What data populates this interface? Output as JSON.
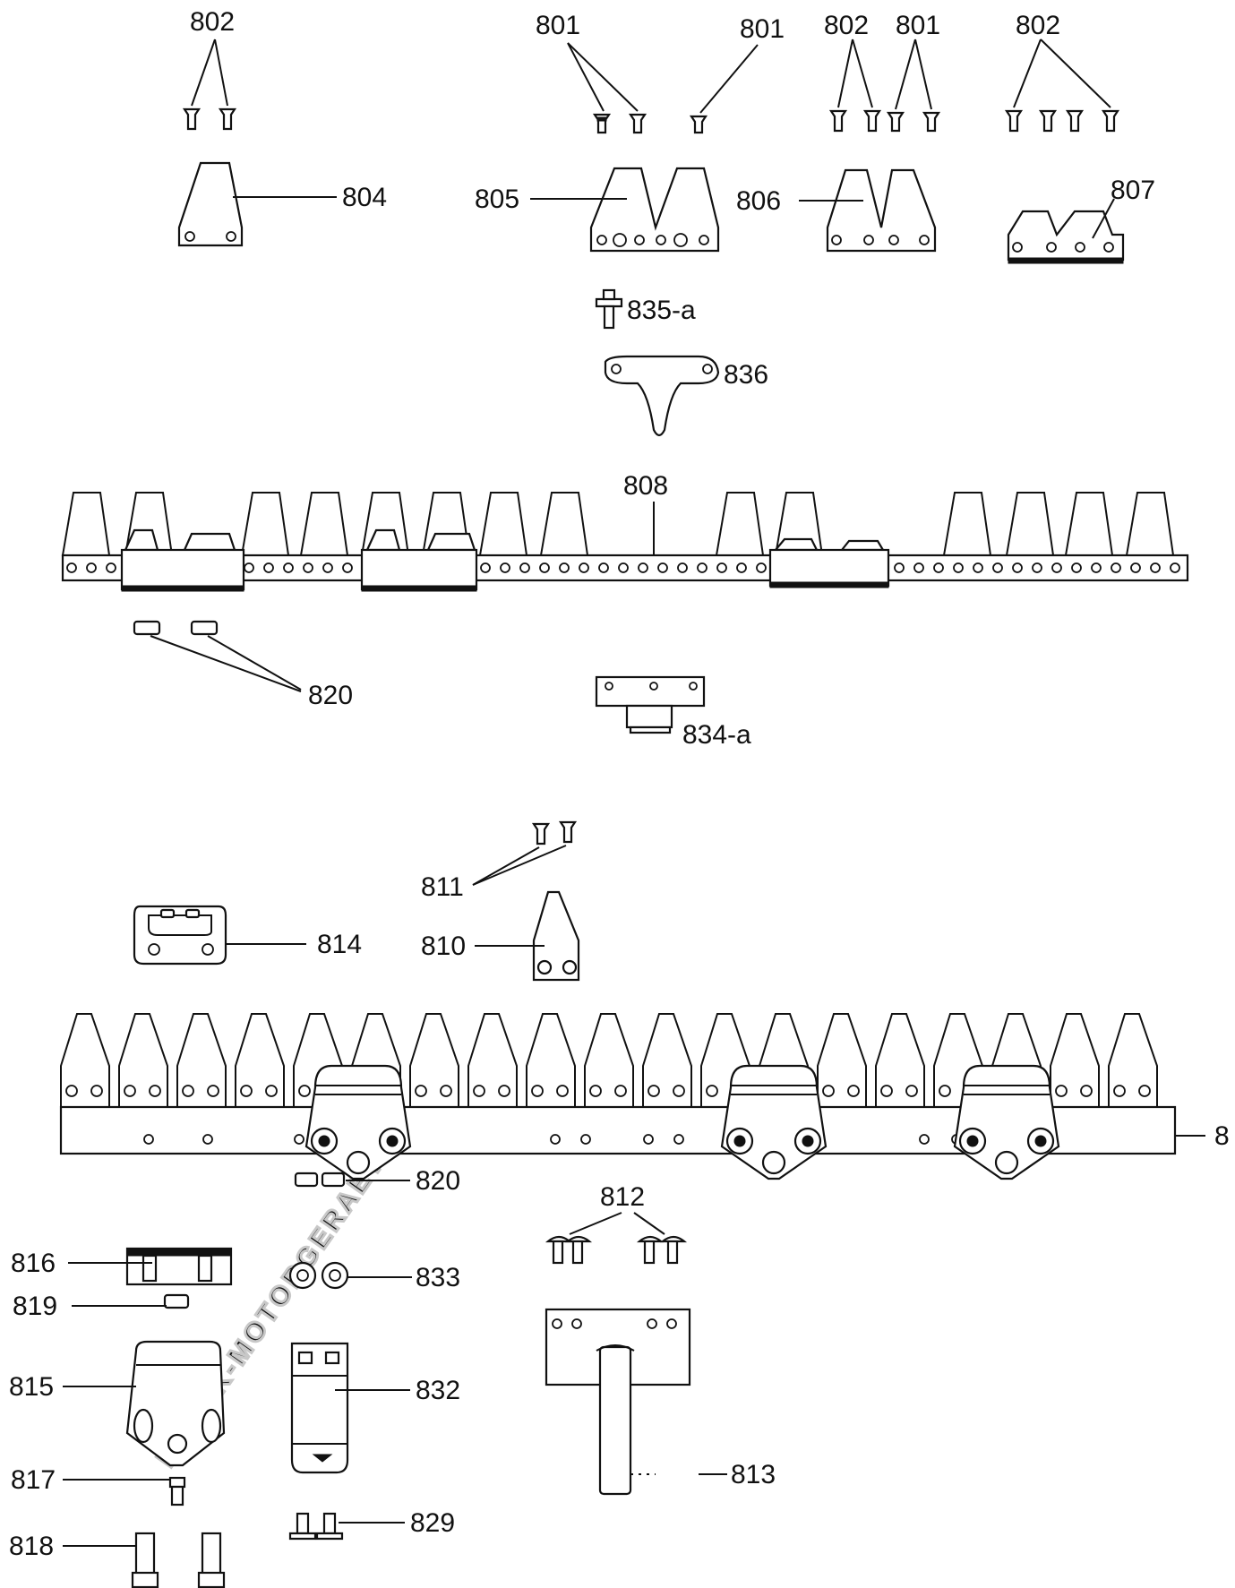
{
  "watermark": "FRANK-MOTORGERAETE",
  "labels": {
    "l802a": "802",
    "l801a": "801",
    "l801b": "801",
    "l802b": "802",
    "l801c": "801",
    "l802c": "802",
    "l804": "804",
    "l805": "805",
    "l806": "806",
    "l807": "807",
    "l835a": "835-a",
    "l836": "836",
    "l808": "808",
    "l820a": "820",
    "l834a": "834-a",
    "l811": "811",
    "l814": "814",
    "l810": "810",
    "l8": "8",
    "l820b": "820",
    "l812": "812",
    "l816": "816",
    "l833": "833",
    "l819": "819",
    "l815": "815",
    "l832": "832",
    "l817": "817",
    "l813": "813",
    "l818": "818",
    "l829": "829"
  }
}
